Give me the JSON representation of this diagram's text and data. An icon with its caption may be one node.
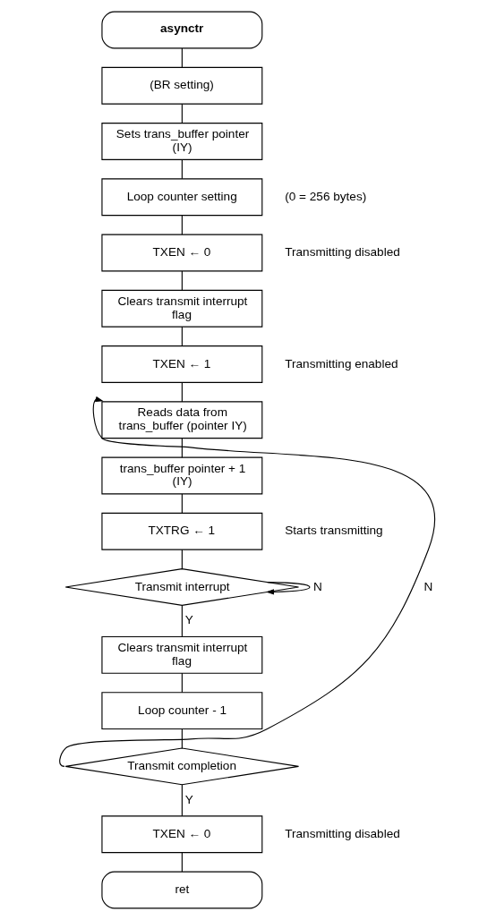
{
  "diagram": {
    "nodes": [
      {
        "text": [
          "asynctr"
        ]
      },
      {
        "text": [
          "(BR setting)"
        ]
      },
      {
        "text": [
          "Sets trans_buffer pointer (IY)"
        ]
      },
      {
        "text": [
          "Loop counter setting"
        ],
        "beside": [
          "(0 = 256 bytes)"
        ]
      },
      {
        "text": [
          "TXEN ← 0"
        ],
        "beside": [
          "Transmitting disabled"
        ]
      },
      {
        "text": [
          "Clears transmit interrupt flag"
        ]
      },
      {
        "text": [
          "TXEN ← 1"
        ],
        "beside": [
          "Transmitting enabled"
        ]
      },
      {
        "text": [
          "Reads data from trans_buffer (pointer IY)"
        ]
      },
      {
        "text": [
          "trans_buffer pointer + 1 (IY)"
        ]
      },
      {
        "text": [
          "TXTRG ← 1"
        ],
        "beside": [
          "Starts transmitting"
        ]
      },
      {
        "text": [
          "Transmit interrupt"
        ]
      },
      {
        "text": [
          "Clears transmit interrupt flag"
        ]
      },
      {
        "text": [
          "Loop counter - 1"
        ]
      },
      {
        "text": [
          "Transmit completion"
        ]
      },
      {
        "text": [
          "TXEN ← 0"
        ],
        "beside": [
          "Transmitting disabled"
        ]
      },
      {
        "text": [
          "ret"
        ]
      }
    ],
    "edges": [
      {
        "from": 0,
        "to": 1,
        "arrow": "none"
      },
      {
        "from": 1,
        "to": 2,
        "arrow": "none"
      },
      {
        "from": 2,
        "to": 3,
        "arrow": "none"
      },
      {
        "from": 3,
        "to": 4,
        "arrow": "none"
      },
      {
        "from": 4,
        "to": 5,
        "arrow": "none"
      },
      {
        "from": 5,
        "to": 6,
        "arrow": "none"
      },
      {
        "from": 6,
        "to": 7,
        "arrow": "none"
      },
      {
        "from": 7,
        "to": 8,
        "arrow": "none"
      },
      {
        "from": 8,
        "to": 9,
        "arrow": "none"
      },
      {
        "from": 9,
        "to": 10,
        "arrow": "none"
      },
      {
        "from": 10,
        "to": 10,
        "label": "N",
        "arrow": "to"
      },
      {
        "from": 10,
        "to": 11,
        "label": "Y",
        "arrow": "none"
      },
      {
        "from": 11,
        "to": 12,
        "arrow": "none"
      },
      {
        "from": 12,
        "to": 13,
        "arrow": "none"
      },
      {
        "from": 13,
        "to": 7,
        "label": "N",
        "arrow": "to"
      },
      {
        "from": 13,
        "to": 14,
        "label": "Y",
        "arrow": "none"
      },
      {
        "from": 14,
        "to": 15,
        "arrow": "none"
      }
    ]
  }
}
